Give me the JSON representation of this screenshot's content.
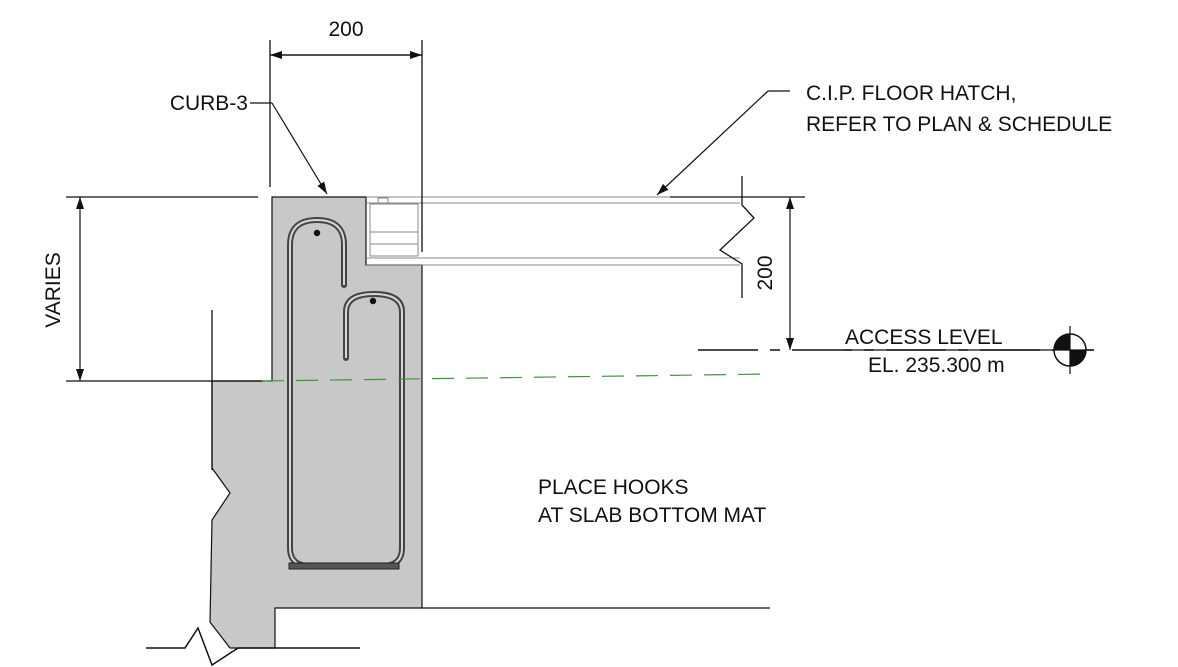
{
  "drawing": {
    "labels": {
      "dim_top": "200",
      "dim_right": "200",
      "varies": "VARIES",
      "curb": "CURB-3",
      "hatch_line1": "C.I.P. FLOOR HATCH,",
      "hatch_line2": "REFER TO PLAN & SCHEDULE",
      "access_level": "ACCESS LEVEL",
      "elevation": "EL. 235.300 m",
      "note_line1": "PLACE HOOKS",
      "note_line2": "AT SLAB BOTTOM MAT"
    },
    "colors": {
      "line": "#111111",
      "concrete_fill": "#c8c8c8",
      "rebar": "#444444",
      "grade_line": "#3a9a3a",
      "hatch_outline": "#8a8a8a"
    }
  }
}
